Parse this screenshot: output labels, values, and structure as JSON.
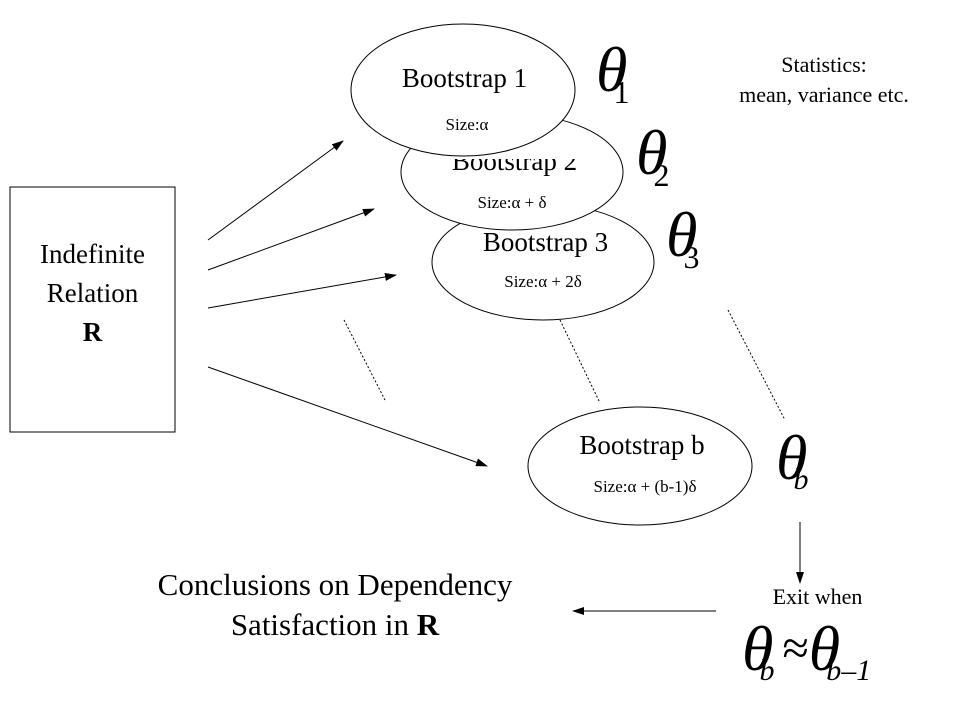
{
  "relation_box": {
    "line1": "Indefinite",
    "line2": "Relation",
    "line3": "R"
  },
  "bootstraps": [
    {
      "label": "Bootstrap 1",
      "size": "Size:α",
      "theta_sub": "1"
    },
    {
      "label": "Bootstrap 2",
      "size": "Size:α + δ",
      "theta_sub": "2"
    },
    {
      "label": "Bootstrap 3",
      "size": "Size:α + 2δ",
      "theta_sub": "3"
    },
    {
      "label": "Bootstrap b",
      "size": "Size:α + (b-1)δ",
      "theta_sub": "b"
    }
  ],
  "statistics": {
    "line1": "Statistics:",
    "line2": "mean, variance etc."
  },
  "theta_symbol": "θ",
  "exit": {
    "label": "Exit when",
    "approx": "≈",
    "sub_left": "b",
    "sub_right": "b–1"
  },
  "conclusion": {
    "line1": "Conclusions on Dependency",
    "line2_prefix": "Satisfaction in ",
    "line2_bold": "R"
  }
}
